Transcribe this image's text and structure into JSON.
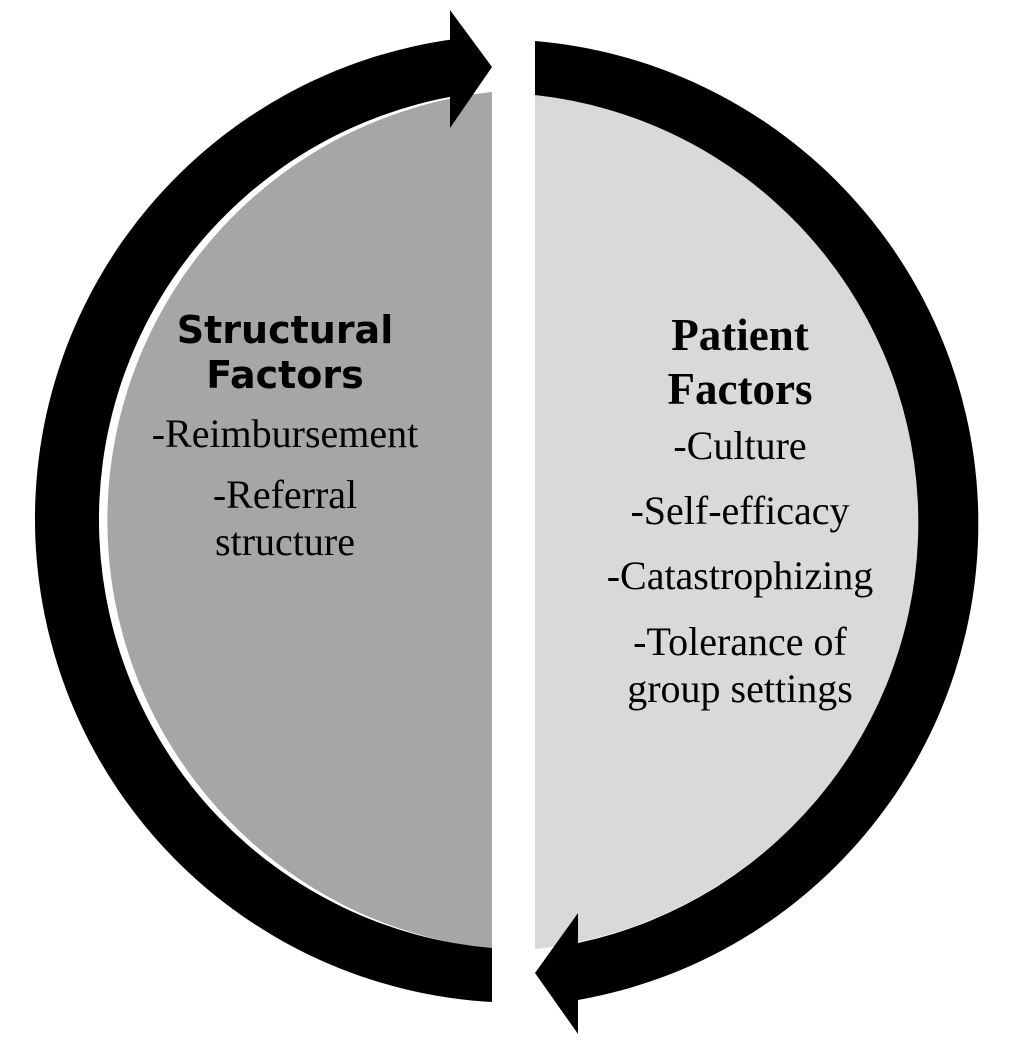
{
  "left_panel": {
    "title": [
      "Structural",
      "Factors"
    ],
    "items": [
      "-Reimbursement",
      "-Referral structure"
    ],
    "fill_color": "#a6a6a6"
  },
  "right_panel": {
    "title": [
      "Patient",
      "Factors"
    ],
    "items": [
      "-Culture",
      "-Self-efficacy",
      "-Catastrophizing",
      "-Tolerance of group settings"
    ],
    "fill_color": "#d9d9d9"
  },
  "arrow_color": "#000000"
}
